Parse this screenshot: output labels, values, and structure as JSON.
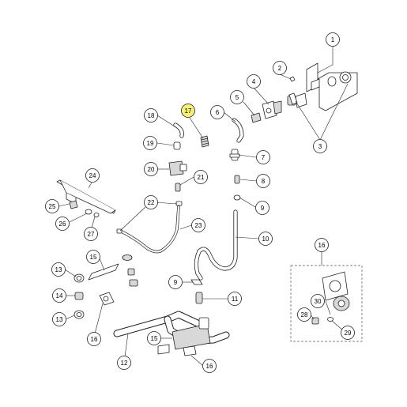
{
  "callouts": [
    {
      "id": "c1",
      "label": "1",
      "highlight": false
    },
    {
      "id": "c2",
      "label": "2",
      "highlight": false
    },
    {
      "id": "c3",
      "label": "3",
      "highlight": false
    },
    {
      "id": "c4",
      "label": "4",
      "highlight": false
    },
    {
      "id": "c5",
      "label": "5",
      "highlight": false
    },
    {
      "id": "c6",
      "label": "6",
      "highlight": false
    },
    {
      "id": "c7",
      "label": "7",
      "highlight": false
    },
    {
      "id": "c8",
      "label": "8",
      "highlight": false
    },
    {
      "id": "c9a",
      "label": "9",
      "highlight": false
    },
    {
      "id": "c9b",
      "label": "9",
      "highlight": false
    },
    {
      "id": "c10",
      "label": "10",
      "highlight": false
    },
    {
      "id": "c11",
      "label": "11",
      "highlight": false
    },
    {
      "id": "c12",
      "label": "12",
      "highlight": false
    },
    {
      "id": "c13a",
      "label": "13",
      "highlight": false
    },
    {
      "id": "c13b",
      "label": "13",
      "highlight": false
    },
    {
      "id": "c14",
      "label": "14",
      "highlight": false
    },
    {
      "id": "c15a",
      "label": "15",
      "highlight": false
    },
    {
      "id": "c15b",
      "label": "15",
      "highlight": false
    },
    {
      "id": "c16a",
      "label": "16",
      "highlight": false
    },
    {
      "id": "c16b",
      "label": "16",
      "highlight": false
    },
    {
      "id": "c16c",
      "label": "16",
      "highlight": false
    },
    {
      "id": "c17",
      "label": "17",
      "highlight": true
    },
    {
      "id": "c18",
      "label": "18",
      "highlight": false
    },
    {
      "id": "c19",
      "label": "19",
      "highlight": false
    },
    {
      "id": "c20",
      "label": "20",
      "highlight": false
    },
    {
      "id": "c21",
      "label": "21",
      "highlight": false
    },
    {
      "id": "c22",
      "label": "22",
      "highlight": false
    },
    {
      "id": "c23",
      "label": "23",
      "highlight": false
    },
    {
      "id": "c24",
      "label": "24",
      "highlight": false
    },
    {
      "id": "c25",
      "label": "25",
      "highlight": false
    },
    {
      "id": "c26",
      "label": "26",
      "highlight": false
    },
    {
      "id": "c27",
      "label": "27",
      "highlight": false
    },
    {
      "id": "c28",
      "label": "28",
      "highlight": false
    },
    {
      "id": "c29",
      "label": "29",
      "highlight": false
    },
    {
      "id": "c30",
      "label": "30",
      "highlight": false
    }
  ],
  "colors": {
    "highlight_fill": "#f5f07a",
    "callout_fill": "#ffffff",
    "stroke": "#222222"
  }
}
